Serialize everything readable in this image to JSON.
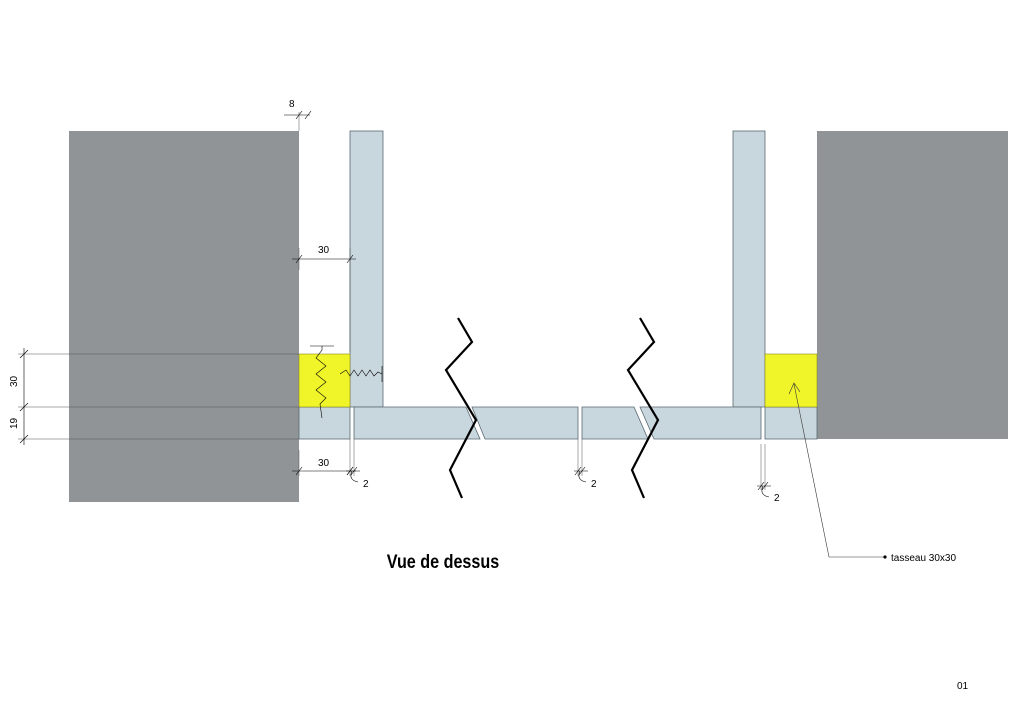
{
  "drawing": {
    "title": "Vue de dessus",
    "page_number": "01",
    "callout": "tasseau 30x30",
    "dimensions": {
      "gap_top": "8",
      "upper_width": "30",
      "lower_width": "30",
      "cleat_height": "30",
      "board_thickness": "19",
      "joint_left": "2",
      "joint_middle": "2",
      "joint_right": "2"
    },
    "colors": {
      "wall": "#909496",
      "panel": "#c8d6dd",
      "cleat": "#f0f52a",
      "line": "#000000"
    }
  }
}
